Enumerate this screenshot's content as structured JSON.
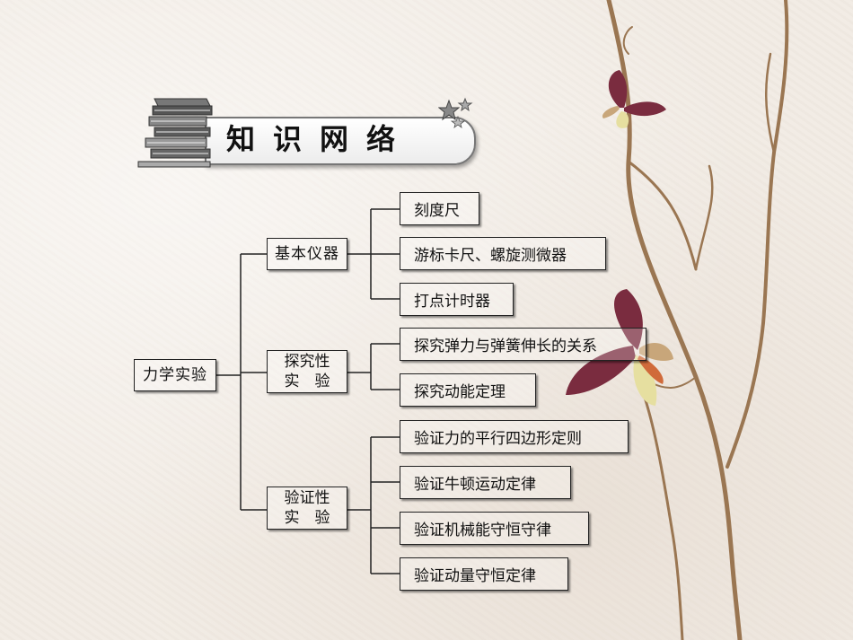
{
  "header": {
    "title": "知识网络"
  },
  "root": {
    "label": "力学实验"
  },
  "categories": [
    {
      "label": "基本仪器",
      "children": [
        "刻度尺",
        "游标卡尺、螺旋测微器",
        "打点计时器"
      ]
    },
    {
      "line1": "探究性",
      "line2": "实　验",
      "children": [
        "探究弹力与弹簧伸长的关系",
        "探究动能定理"
      ]
    },
    {
      "line1": "验证性",
      "line2": "实　验",
      "children": [
        "验证力的平行四边形定则",
        "验证牛顿运动定律",
        "验证机械能守恒守律",
        "验证动量守恒定律"
      ]
    }
  ],
  "colors": {
    "background": "#f1ebe4",
    "branch": "#9a7652",
    "butterfly_wing": "#7a2c3f",
    "butterfly_light": "#e6dfa0",
    "line": "#222222"
  },
  "icons": [
    "books-icon",
    "star-icon",
    "branch-art",
    "butterfly-icon"
  ]
}
